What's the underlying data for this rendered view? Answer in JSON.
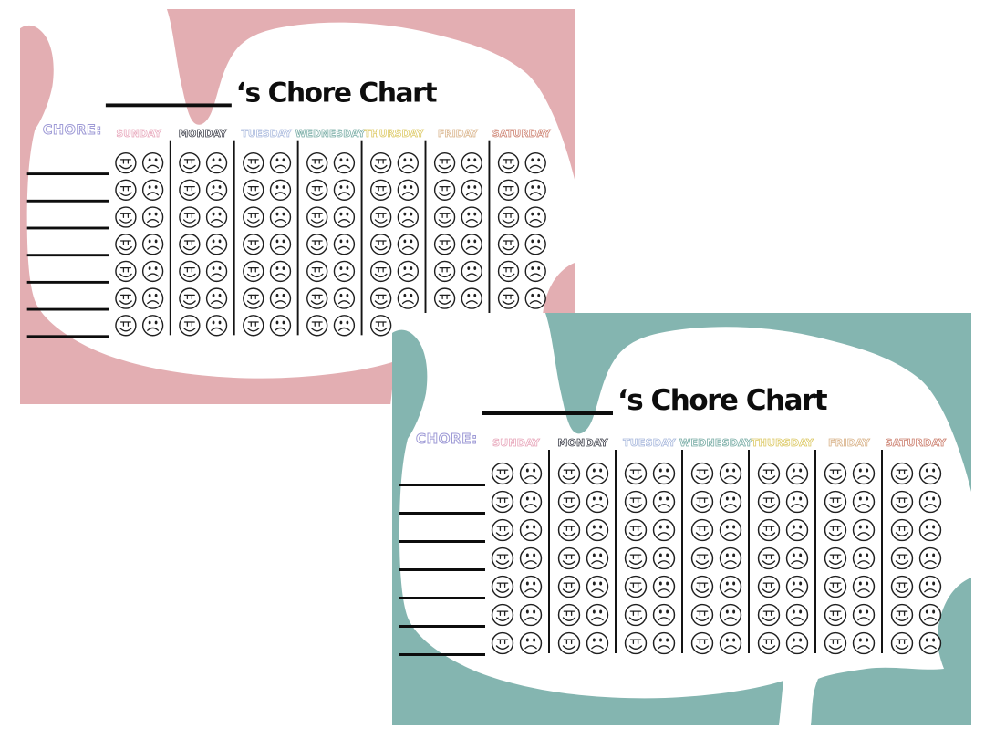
{
  "page": {
    "background": "#ffffff"
  },
  "cards": [
    {
      "name": "pink",
      "accent_color": "#e3aeb2",
      "title_suffix": "‘s Chore Chart",
      "chore_label": "CHORE:",
      "chore_label_color": "#9e9ad6",
      "days": [
        {
          "label": "SUNDAY",
          "color": "#e8a8bc"
        },
        {
          "label": "MONDAY",
          "color": "#41434e"
        },
        {
          "label": "TUESDAY",
          "color": "#a9b9dd"
        },
        {
          "label": "WEDNESDAY",
          "color": "#79ada6"
        },
        {
          "label": "THURSDAY",
          "color": "#ddca67"
        },
        {
          "label": "FRIDAY",
          "color": "#d9b38a"
        },
        {
          "label": "SATURDAY",
          "color": "#cc7f6e"
        }
      ],
      "face_rows": 7,
      "chore_lines": 7,
      "face_outline_color": "#1f1f1f",
      "face_icons": {
        "happy": "happy-face",
        "sad": "sad-face"
      }
    },
    {
      "name": "teal",
      "accent_color": "#84b5b0",
      "title_suffix": "‘s Chore Chart",
      "chore_label": "CHORE:",
      "chore_label_color": "#9e9ad6",
      "days": [
        {
          "label": "SUNDAY",
          "color": "#e8a8bc"
        },
        {
          "label": "MONDAY",
          "color": "#41434e"
        },
        {
          "label": "TUESDAY",
          "color": "#a9b9dd"
        },
        {
          "label": "WEDNESDAY",
          "color": "#79ada6"
        },
        {
          "label": "THURSDAY",
          "color": "#ddca67"
        },
        {
          "label": "FRIDAY",
          "color": "#d9b38a"
        },
        {
          "label": "SATURDAY",
          "color": "#cc7f6e"
        }
      ],
      "face_rows": 7,
      "chore_lines": 7,
      "face_outline_color": "#1f1f1f",
      "face_icons": {
        "happy": "happy-face",
        "sad": "sad-face"
      }
    }
  ]
}
